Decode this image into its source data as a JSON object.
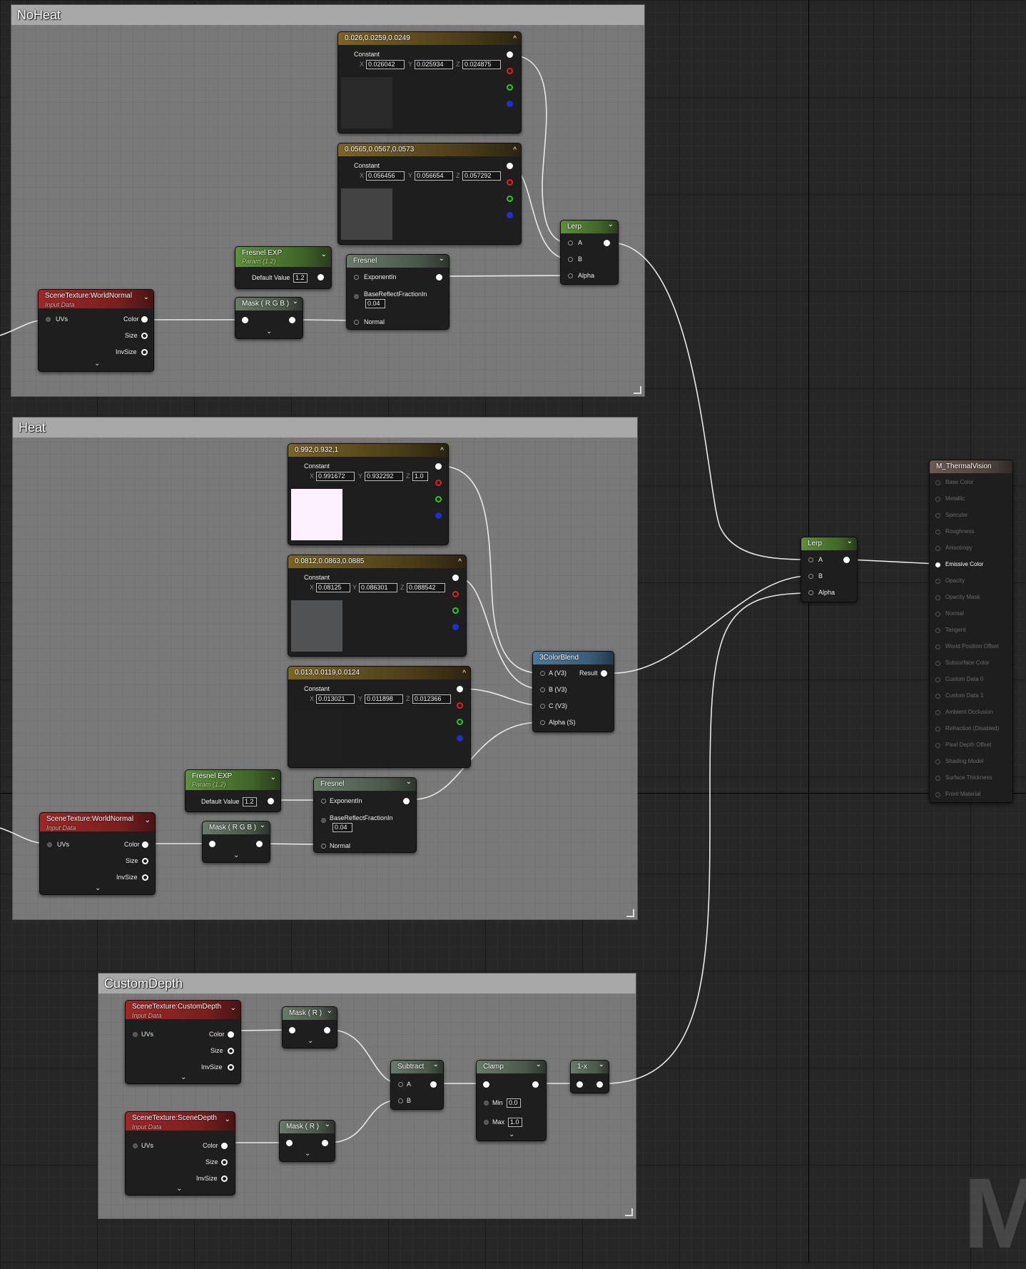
{
  "comments": {
    "noheat": "NoHeat",
    "heat": "Heat",
    "customdepth": "CustomDepth"
  },
  "common": {
    "constant": "Constant",
    "x": "X",
    "y": "Y",
    "z": "Z",
    "default_value": "Default Value",
    "exponent_in": "ExponentIn",
    "base_reflect": "BaseReflectFractionIn",
    "normal": "Normal",
    "uvs": "UVs",
    "color": "Color",
    "size": "Size",
    "invsize": "InvSize",
    "input_data": "Input Data",
    "param": "Param (1.2)",
    "a": "A",
    "b": "B",
    "alpha": "Alpha",
    "result": "Result",
    "min": "Min",
    "max": "Max"
  },
  "noheat": {
    "const1": {
      "title": "0.026,0.0259,0.0249",
      "x": "0.026042",
      "y": "0.025934",
      "z": "0.024875",
      "color": "#2a2a2a"
    },
    "const2": {
      "title": "0.0565,0.0567,0.0573",
      "x": "0.056456",
      "y": "0.056654",
      "z": "0.057292",
      "color": "#434343"
    },
    "fresnel_exp": {
      "title": "Fresnel EXP",
      "value": "1.2"
    },
    "fresnel": {
      "title": "Fresnel",
      "base": "0.04"
    },
    "mask": {
      "title": "Mask ( R G B )"
    },
    "scenetex": {
      "title": "SceneTexture:WorldNormal"
    },
    "lerp": {
      "title": "Lerp"
    }
  },
  "heat": {
    "const1": {
      "title": "0.992,0.932,1",
      "x": "0.991672",
      "y": "0.932292",
      "z": "1.0",
      "color": "#fdf0ff"
    },
    "const2": {
      "title": "0.0812,0.0863,0.0885",
      "x": "0.08125",
      "y": "0.086301",
      "z": "0.088542",
      "color": "#505254"
    },
    "const3": {
      "title": "0.013,0.0119,0.0124",
      "x": "0.013021",
      "y": "0.011898",
      "z": "0.012366",
      "color": "#1f1f1f"
    },
    "fresnel_exp": {
      "title": "Fresnel EXP",
      "value": "1.2"
    },
    "fresnel": {
      "title": "Fresnel",
      "base": "0.04"
    },
    "mask": {
      "title": "Mask ( R G B )"
    },
    "scenetex": {
      "title": "SceneTexture:WorldNormal"
    },
    "blend": {
      "title": "3ColorBlend",
      "a": "A (V3)",
      "b": "B (V3)",
      "c": "C (V3)",
      "alpha": "Alpha (S)"
    }
  },
  "customdepth": {
    "scene_custom": {
      "title": "SceneTexture:CustomDepth"
    },
    "scene_depth": {
      "title": "SceneTexture:SceneDepth"
    },
    "mask1": {
      "title": "Mask ( R )"
    },
    "mask2": {
      "title": "Mask ( R )"
    },
    "subtract": {
      "title": "Subtract"
    },
    "clamp": {
      "title": "Clamp",
      "min": "0.0",
      "max": "1.0"
    },
    "oneminus": {
      "title": "1-x"
    }
  },
  "lerp_main": {
    "title": "Lerp"
  },
  "material": {
    "title": "M_ThermalVision",
    "pins": [
      "Base Color",
      "Metallic",
      "Specular",
      "Roughness",
      "Anisotropy",
      "Emissive Color",
      "Opacity",
      "Opacity Mask",
      "Normal",
      "Tangent",
      "World Position Offset",
      "Subsurface Color",
      "Custom Data 0",
      "Custom Data 1",
      "Ambient Occlusion",
      "Refraction (Disabled)",
      "Pixel Depth Offset",
      "Shading Model",
      "Surface Thickness",
      "Front Material"
    ],
    "active_pin": "Emissive Color"
  },
  "watermark": "M"
}
